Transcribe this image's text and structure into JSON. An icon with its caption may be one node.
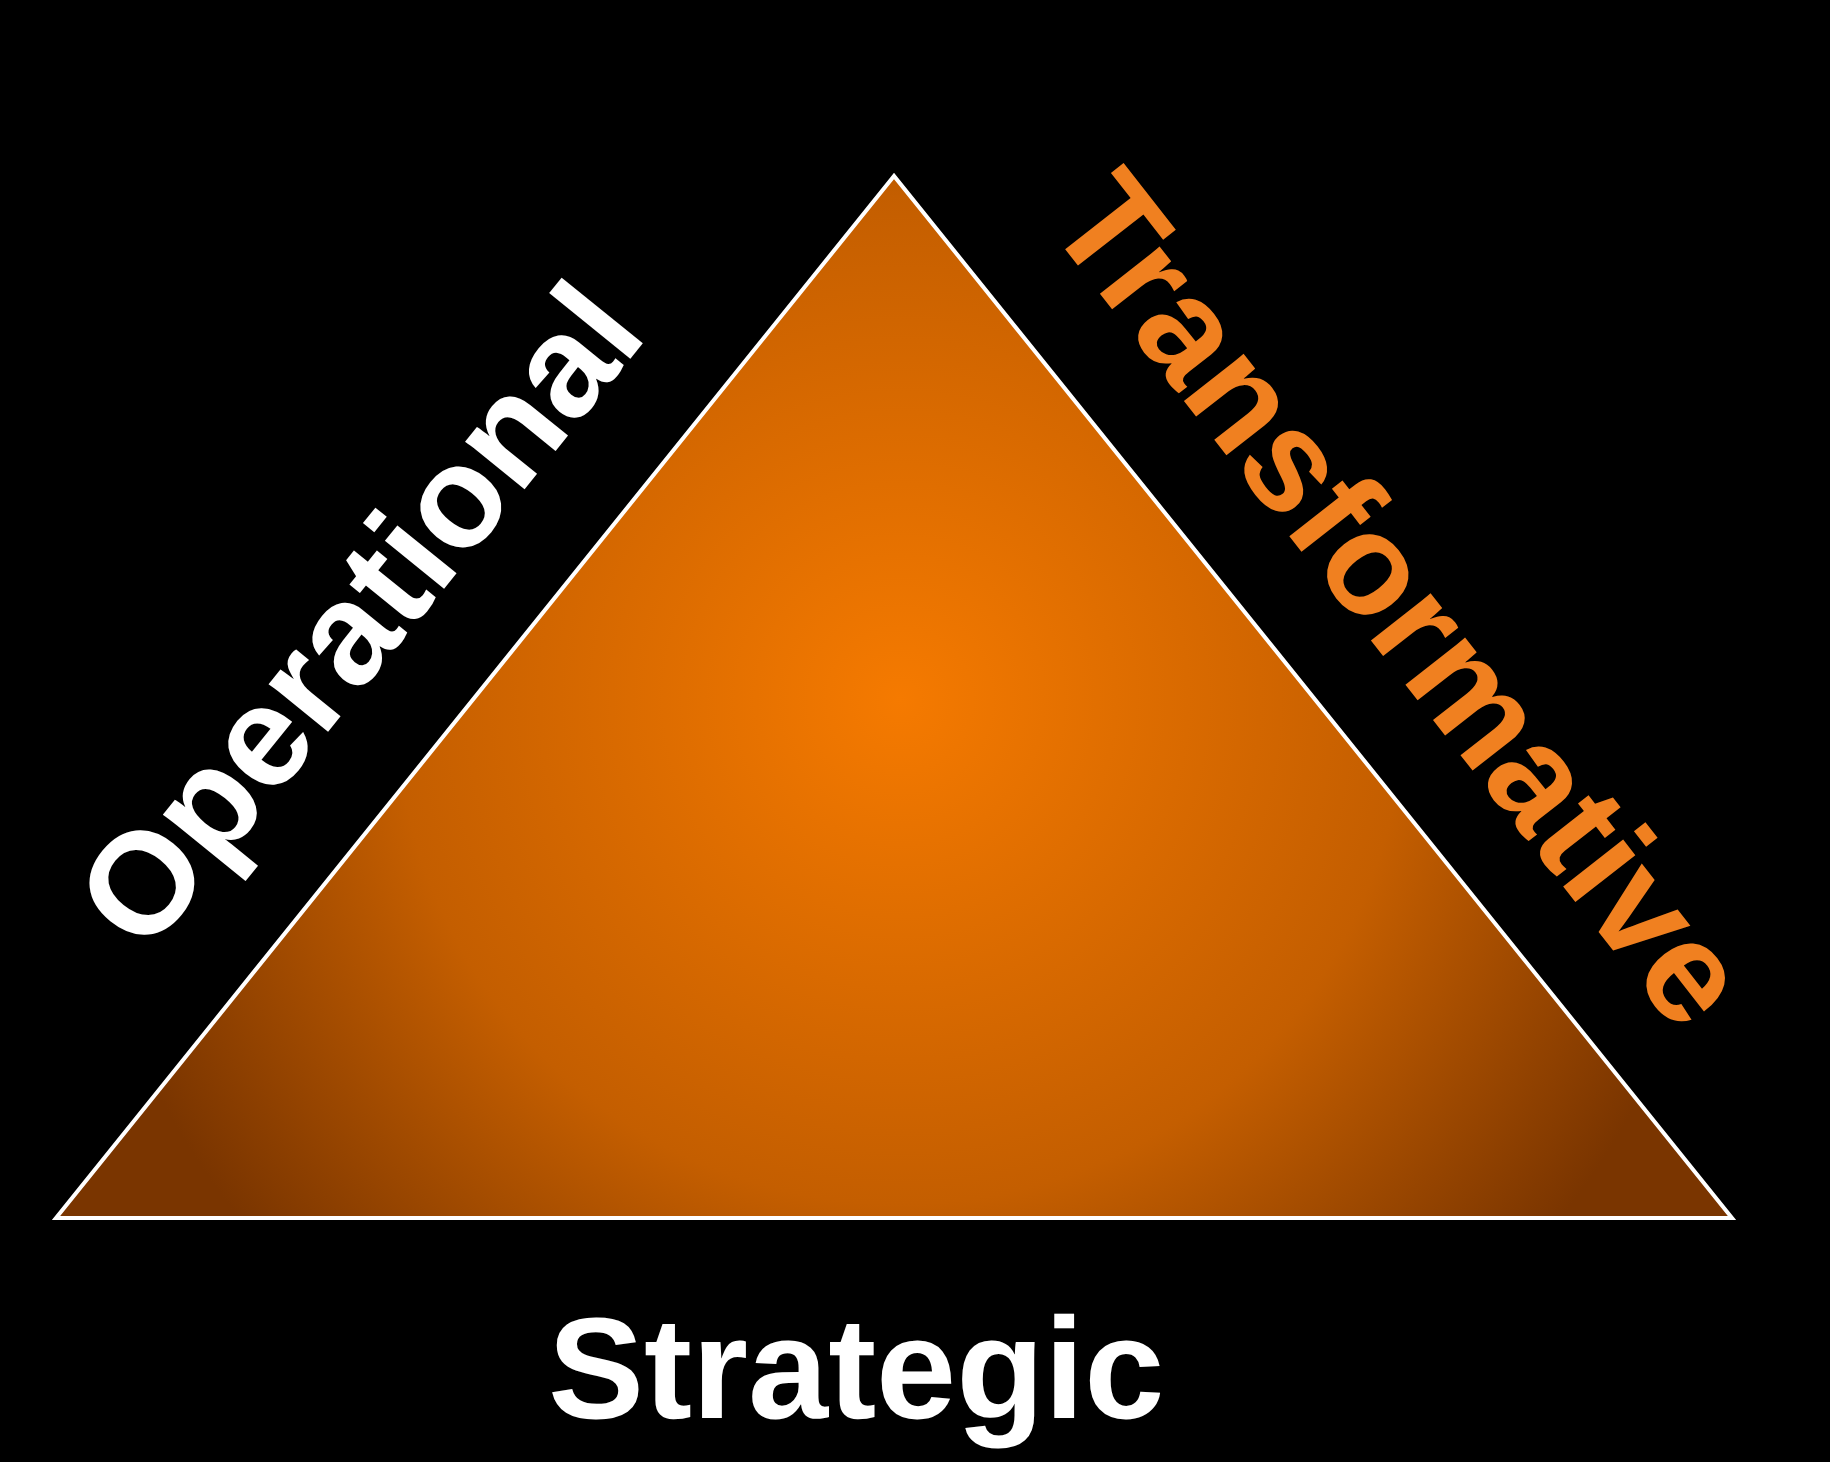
{
  "diagram": {
    "labels": [
      "Operational",
      "Transformative",
      "Strategic"
    ]
  }
}
